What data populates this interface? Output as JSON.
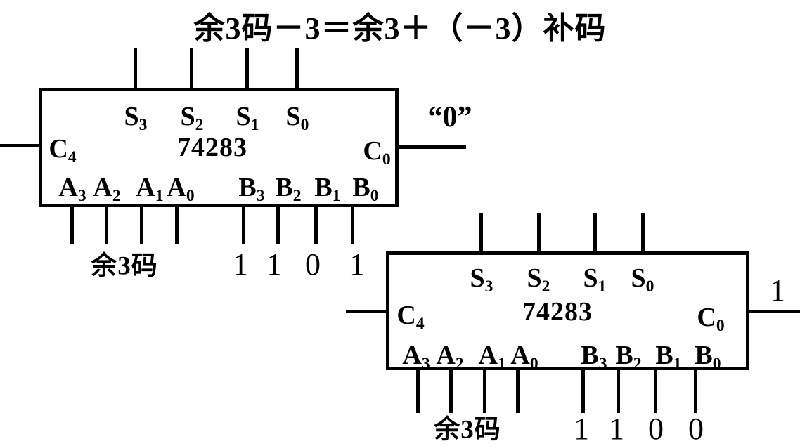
{
  "title": "余3码－3＝余3＋（－3）补码",
  "colors": {
    "line": "#000000",
    "background": "#ffffff",
    "text": "#000000"
  },
  "chips": [
    {
      "part_number": "74283",
      "sum_labels": [
        {
          "base": "S",
          "sub": "3"
        },
        {
          "base": "S",
          "sub": "2"
        },
        {
          "base": "S",
          "sub": "1"
        },
        {
          "base": "S",
          "sub": "0"
        }
      ],
      "carry_out_label": {
        "base": "C",
        "sub": "4"
      },
      "carry_in_label": {
        "base": "C",
        "sub": "0"
      },
      "carry_in_value": "“0”",
      "a_labels": [
        {
          "base": "A",
          "sub": "3"
        },
        {
          "base": "A",
          "sub": "2"
        },
        {
          "base": "A",
          "sub": "1"
        },
        {
          "base": "A",
          "sub": "0"
        }
      ],
      "b_labels": [
        {
          "base": "B",
          "sub": "3"
        },
        {
          "base": "B",
          "sub": "2"
        },
        {
          "base": "B",
          "sub": "1"
        },
        {
          "base": "B",
          "sub": "0"
        }
      ],
      "a_inputs_annotation": "余3码",
      "b_input_values": [
        "1",
        "1",
        "0",
        "1"
      ]
    },
    {
      "part_number": "74283",
      "sum_labels": [
        {
          "base": "S",
          "sub": "3"
        },
        {
          "base": "S",
          "sub": "2"
        },
        {
          "base": "S",
          "sub": "1"
        },
        {
          "base": "S",
          "sub": "0"
        }
      ],
      "carry_out_label": {
        "base": "C",
        "sub": "4"
      },
      "carry_in_label": {
        "base": "C",
        "sub": "0"
      },
      "carry_in_value": "1",
      "a_labels": [
        {
          "base": "A",
          "sub": "3"
        },
        {
          "base": "A",
          "sub": "2"
        },
        {
          "base": "A",
          "sub": "1"
        },
        {
          "base": "A",
          "sub": "0"
        }
      ],
      "b_labels": [
        {
          "base": "B",
          "sub": "3"
        },
        {
          "base": "B",
          "sub": "2"
        },
        {
          "base": "B",
          "sub": "1"
        },
        {
          "base": "B",
          "sub": "0"
        }
      ],
      "a_inputs_annotation": "余3码",
      "b_input_values": [
        "1",
        "1",
        "0",
        "0"
      ]
    }
  ]
}
